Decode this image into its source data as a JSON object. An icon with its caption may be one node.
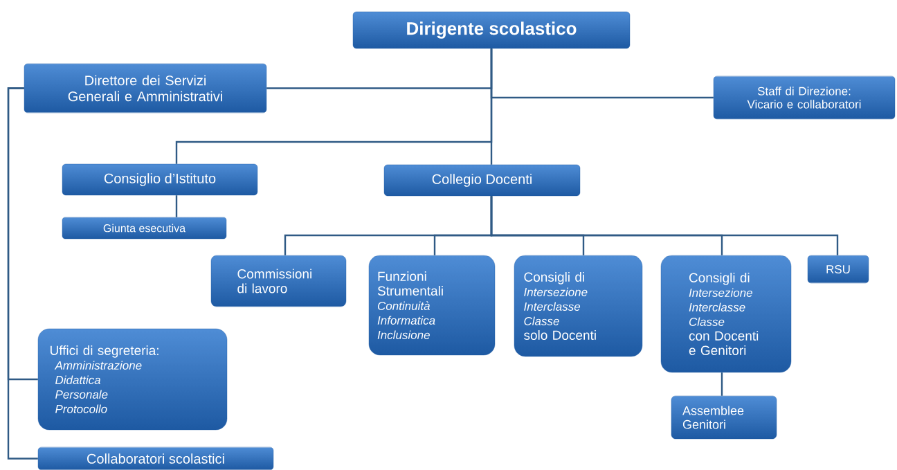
{
  "diagram": {
    "nodes": [
      {
        "text": [
          "Dirigente scolastico"
        ]
      },
      {
        "text": [
          "Direttore dei Servizi Generali e Amministrativi"
        ]
      },
      {
        "text": [
          "Staff di Direzione: Vicario e collaboratori"
        ]
      },
      {
        "text": [
          "Consiglio d’Istituto"
        ]
      },
      {
        "text": [
          "Collegio Docenti"
        ]
      },
      {
        "text": [
          "Giunta esecutiva"
        ]
      },
      {
        "text": [
          "Commissioni di lavoro"
        ]
      },
      {
        "text": [
          "Funzioni Strumentali",
          "Continuità",
          "Informatica",
          "Inclusione"
        ]
      },
      {
        "text": [
          "Consigli di",
          "Intersezione",
          "Interclasse",
          "Classe",
          "solo Docenti"
        ]
      },
      {
        "text": [
          "Consigli di",
          "Intersezione",
          "Interclasse",
          "Classe",
          "con Docenti e Genitori"
        ]
      },
      {
        "text": [
          "RSU"
        ]
      },
      {
        "text": [
          "Uffici di segreteria:",
          "Amministrazione",
          "Didattica",
          "Personale",
          "Protocollo"
        ]
      },
      {
        "text": [
          "Assemblee Genitori"
        ]
      },
      {
        "text": [
          "Collaboratori scolastici"
        ]
      }
    ],
    "edges": [
      {
        "from": 0,
        "to": 1,
        "arrow": "none"
      },
      {
        "from": 0,
        "to": 2,
        "arrow": "none"
      },
      {
        "from": 0,
        "to": 3,
        "arrow": "none"
      },
      {
        "from": 0,
        "to": 4,
        "arrow": "none"
      },
      {
        "from": 3,
        "to": 5,
        "arrow": "none"
      },
      {
        "from": 4,
        "to": 6,
        "arrow": "none"
      },
      {
        "from": 4,
        "to": 7,
        "arrow": "none"
      },
      {
        "from": 4,
        "to": 8,
        "arrow": "none"
      },
      {
        "from": 4,
        "to": 9,
        "arrow": "none"
      },
      {
        "from": 4,
        "to": 10,
        "arrow": "none"
      },
      {
        "from": 1,
        "to": 11,
        "arrow": "none"
      },
      {
        "from": 9,
        "to": 12,
        "arrow": "none"
      },
      {
        "from": 1,
        "to": 13,
        "arrow": "none"
      }
    ]
  }
}
